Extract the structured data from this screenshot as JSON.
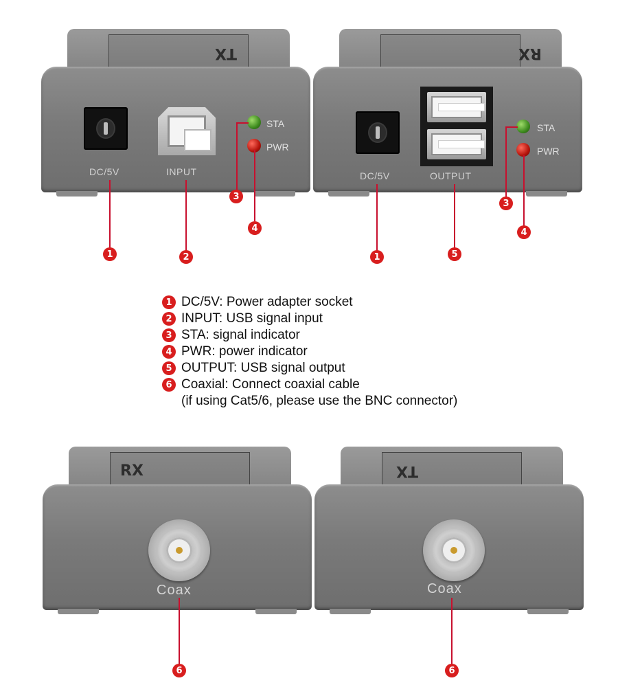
{
  "top_left_unit": {
    "label": "TX",
    "ports": {
      "dc": "DC/5V",
      "input": "INPUT"
    },
    "leds": {
      "sta": "STA",
      "pwr": "PWR"
    }
  },
  "top_right_unit": {
    "label": "RX",
    "ports": {
      "dc": "DC/5V",
      "output": "OUTPUT"
    },
    "leds": {
      "sta": "STA",
      "pwr": "PWR"
    }
  },
  "bottom_left_unit": {
    "label": "RX",
    "coax": "Coax"
  },
  "bottom_right_unit": {
    "label": "TX",
    "coax": "Coax"
  },
  "callouts": {
    "n1": "1",
    "n2": "2",
    "n3": "3",
    "n4": "4",
    "n5": "5",
    "n6": "6"
  },
  "legend": {
    "items": [
      {
        "num": "1",
        "text": "DC/5V: Power adapter socket"
      },
      {
        "num": "2",
        "text": "INPUT: USB signal input"
      },
      {
        "num": "3",
        "text": "STA: signal indicator"
      },
      {
        "num": "4",
        "text": "PWR: power indicator"
      },
      {
        "num": "5",
        "text": "OUTPUT: USB signal output"
      },
      {
        "num": "6",
        "text": "Coaxial: Connect coaxial cable"
      }
    ],
    "note": "(if using Cat5/6, please use the BNC connector)"
  },
  "colors": {
    "callout_red": "#d81e1e",
    "led_green": "#3d8a1e",
    "led_red": "#b5140b",
    "device_gray": "#7a7a7a"
  }
}
